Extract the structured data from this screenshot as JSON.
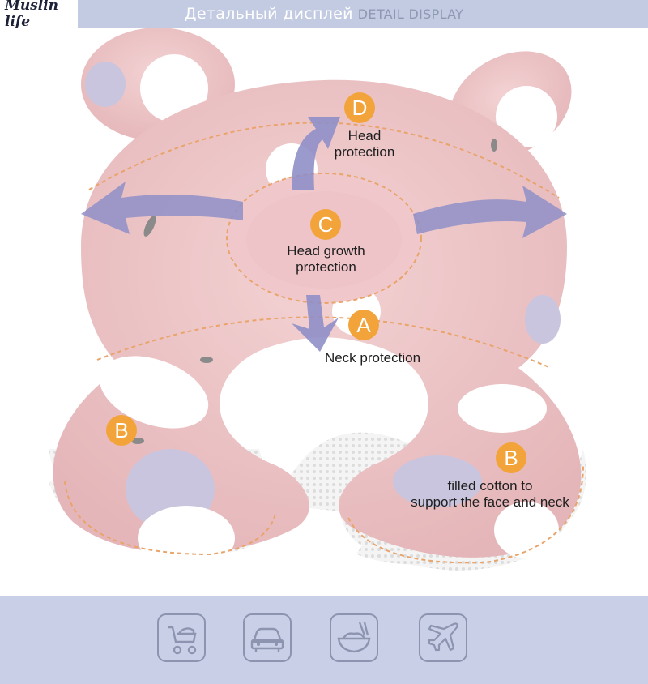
{
  "header": {
    "logo_text": "Muslin life",
    "title_ru": "Детальный дисплей",
    "title_en": "DETAIL DISPLAY"
  },
  "callouts": [
    {
      "badge": "D",
      "text_line1": "Head",
      "text_line2": "protection"
    },
    {
      "badge": "C",
      "text_line1": "Head growth",
      "text_line2": "protection"
    },
    {
      "badge": "A",
      "text_line1": "Neck protection",
      "text_line2": ""
    },
    {
      "badge": "B",
      "text_line1": "",
      "text_line2": ""
    },
    {
      "badge": "B",
      "text_line1": "filled cotton to",
      "text_line2": "support the face and neck"
    }
  ],
  "footer_icons": [
    "stroller-icon",
    "car-icon",
    "bowl-icon",
    "airplane-icon"
  ],
  "colors": {
    "header_bg": "#c3cbe2",
    "footer_bg": "#c8cfe6",
    "pillow_pink": "#edc7c9",
    "badge_orange": "#f2a43a",
    "arrow_purple": "#8f8fc8"
  }
}
